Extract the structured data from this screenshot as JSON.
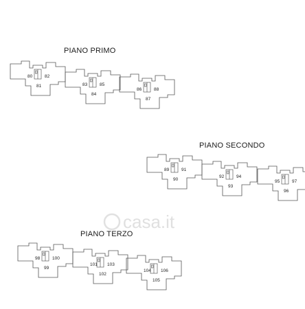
{
  "floors": [
    {
      "title": "PIANO PRIMO",
      "blocks": [
        {
          "units": [
            "80",
            "81",
            "82"
          ]
        },
        {
          "units": [
            "83",
            "84",
            "85"
          ]
        },
        {
          "units": [
            "86",
            "87",
            "88"
          ]
        }
      ]
    },
    {
      "title": "PIANO SECONDO",
      "blocks": [
        {
          "units": [
            "89",
            "90",
            "91"
          ]
        },
        {
          "units": [
            "92",
            "93",
            "94"
          ]
        },
        {
          "units": [
            "95",
            "96",
            "97"
          ]
        }
      ]
    },
    {
      "title": "PIANO TERZO",
      "blocks": [
        {
          "units": [
            "98",
            "99",
            "100"
          ]
        },
        {
          "units": [
            "101",
            "102",
            "103"
          ]
        },
        {
          "units": [
            "104",
            "105",
            "106"
          ]
        }
      ]
    }
  ],
  "watermark": {
    "text": "casa.it"
  }
}
